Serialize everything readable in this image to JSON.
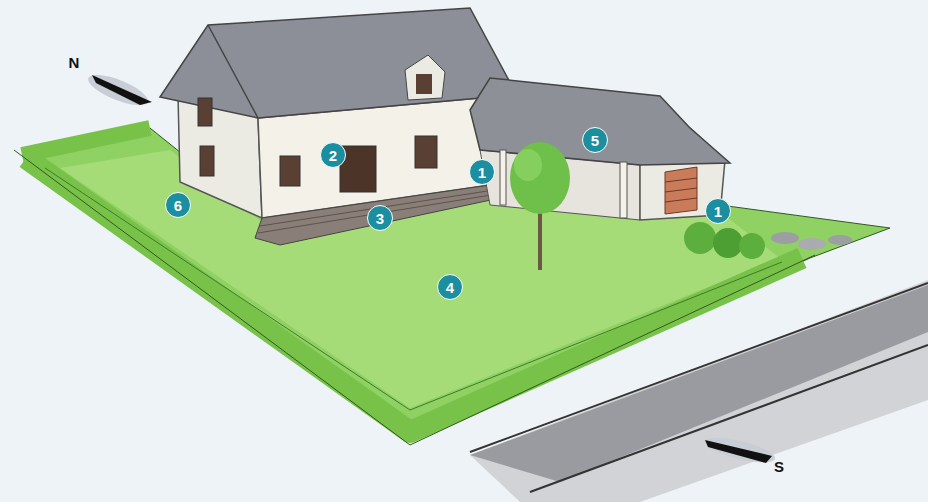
{
  "diagram": {
    "nodes": [
      {
        "text": [
          "5"
        ]
      },
      {
        "text": [
          "2"
        ]
      },
      {
        "text": [
          "1"
        ]
      },
      {
        "text": [
          "6"
        ]
      },
      {
        "text": [
          "1"
        ]
      },
      {
        "text": [
          "3"
        ]
      },
      {
        "text": [
          "4"
        ]
      }
    ],
    "labels": [
      "N",
      "S"
    ]
  }
}
